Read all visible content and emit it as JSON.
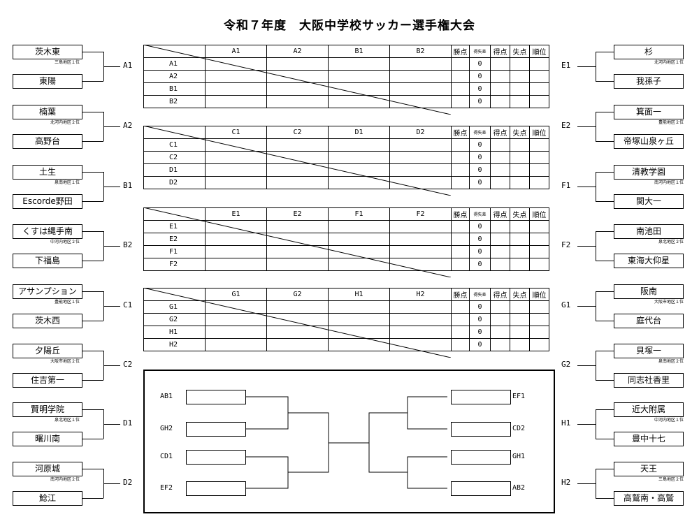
{
  "title": "令和７年度　大阪中学校サッカー選手権大会",
  "left_pairs": [
    {
      "group": "A1",
      "top": {
        "name": "茨木東",
        "sub": "三島地区１位"
      },
      "bottom": {
        "name": "東陽",
        "sub": ""
      }
    },
    {
      "group": "A2",
      "top": {
        "name": "楠葉",
        "sub": "北河内地区２位"
      },
      "bottom": {
        "name": "高野台",
        "sub": ""
      }
    },
    {
      "group": "B1",
      "top": {
        "name": "土生",
        "sub": "泉南地区１位"
      },
      "bottom": {
        "name": "Escorde野田",
        "sub": ""
      }
    },
    {
      "group": "B2",
      "top": {
        "name": "くすは縄手南",
        "sub": "中河内地区２位"
      },
      "bottom": {
        "name": "下福島",
        "sub": ""
      }
    },
    {
      "group": "C1",
      "top": {
        "name": "アサンプション",
        "sub": "豊能地区１位"
      },
      "bottom": {
        "name": "茨木西",
        "sub": ""
      }
    },
    {
      "group": "C2",
      "top": {
        "name": "夕陽丘",
        "sub": "大阪市地区２位"
      },
      "bottom": {
        "name": "住吉第一",
        "sub": ""
      }
    },
    {
      "group": "D1",
      "top": {
        "name": "賢明学院",
        "sub": "泉北地区１位"
      },
      "bottom": {
        "name": "曙川南",
        "sub": ""
      }
    },
    {
      "group": "D2",
      "top": {
        "name": "河原城",
        "sub": "南河内地区２位"
      },
      "bottom": {
        "name": "鯰江",
        "sub": ""
      }
    }
  ],
  "right_pairs": [
    {
      "group": "E1",
      "top": {
        "name": "杉",
        "sub": "北河内地区１位"
      },
      "bottom": {
        "name": "我孫子",
        "sub": ""
      }
    },
    {
      "group": "E2",
      "top": {
        "name": "箕面一",
        "sub": "豊能地区２位"
      },
      "bottom": {
        "name": "帝塚山泉ヶ丘",
        "sub": ""
      }
    },
    {
      "group": "F1",
      "top": {
        "name": "清教学園",
        "sub": "南河内地区１位"
      },
      "bottom": {
        "name": "関大一",
        "sub": ""
      }
    },
    {
      "group": "F2",
      "top": {
        "name": "南池田",
        "sub": "泉北地区２位"
      },
      "bottom": {
        "name": "東海大仰星",
        "sub": ""
      }
    },
    {
      "group": "G1",
      "top": {
        "name": "阪南",
        "sub": "大阪市地区１位"
      },
      "bottom": {
        "name": "庭代台",
        "sub": ""
      }
    },
    {
      "group": "G2",
      "top": {
        "name": "貝塚一",
        "sub": "泉南地区２位"
      },
      "bottom": {
        "name": "同志社香里",
        "sub": ""
      }
    },
    {
      "group": "H1",
      "top": {
        "name": "近大附属",
        "sub": "中河内地区１位"
      },
      "bottom": {
        "name": "豊中十七",
        "sub": ""
      }
    },
    {
      "group": "H2",
      "top": {
        "name": "天王",
        "sub": "三島地区２位"
      },
      "bottom": {
        "name": "高鷲南・高鷲",
        "sub": ""
      }
    }
  ],
  "league_headers": {
    "wins": "勝点",
    "diff": "得失差",
    "gf": "得点",
    "ga": "失点",
    "rank": "順位"
  },
  "leagues": [
    {
      "teams": [
        "A1",
        "A2",
        "B1",
        "B2"
      ],
      "diff_values": [
        "0",
        "0",
        "0",
        "0"
      ]
    },
    {
      "teams": [
        "C1",
        "C2",
        "D1",
        "D2"
      ],
      "diff_values": [
        "0",
        "0",
        "0",
        "0"
      ]
    },
    {
      "teams": [
        "E1",
        "E2",
        "F1",
        "F2"
      ],
      "diff_values": [
        "0",
        "0",
        "0",
        "0"
      ]
    },
    {
      "teams": [
        "G1",
        "G2",
        "H1",
        "H2"
      ],
      "diff_values": [
        "0",
        "0",
        "0",
        "0"
      ]
    }
  ],
  "final_bracket": {
    "left": [
      "AB1",
      "GH2",
      "CD1",
      "EF2"
    ],
    "right": [
      "EF1",
      "CD2",
      "GH1",
      "AB2"
    ]
  }
}
